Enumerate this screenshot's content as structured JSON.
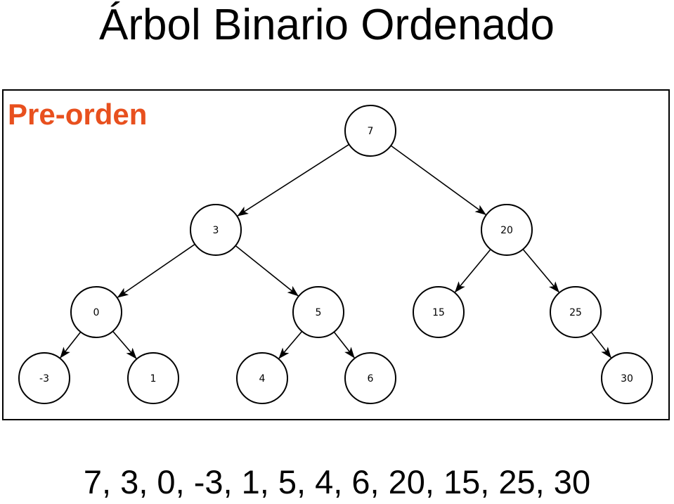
{
  "page": {
    "title": "Árbol Binario Ordenado"
  },
  "diagram": {
    "traversal_label": "Pre-orden",
    "traversal_label_color": "#e8501e",
    "node_border_color": "#000000",
    "edge_color": "#000000",
    "nodes": [
      {
        "id": "n7",
        "label": "7"
      },
      {
        "id": "n3",
        "label": "3"
      },
      {
        "id": "n20",
        "label": "20"
      },
      {
        "id": "n0",
        "label": "0"
      },
      {
        "id": "n5",
        "label": "5"
      },
      {
        "id": "n15",
        "label": "15"
      },
      {
        "id": "n25",
        "label": "25"
      },
      {
        "id": "nm3",
        "label": "-3"
      },
      {
        "id": "n1",
        "label": "1"
      },
      {
        "id": "n4",
        "label": "4"
      },
      {
        "id": "n6",
        "label": "6"
      },
      {
        "id": "n30",
        "label": "30"
      }
    ],
    "edges": [
      {
        "from": "n7",
        "to": "n3"
      },
      {
        "from": "n7",
        "to": "n20"
      },
      {
        "from": "n3",
        "to": "n0"
      },
      {
        "from": "n3",
        "to": "n5"
      },
      {
        "from": "n20",
        "to": "n15"
      },
      {
        "from": "n20",
        "to": "n25"
      },
      {
        "from": "n0",
        "to": "nm3"
      },
      {
        "from": "n0",
        "to": "n1"
      },
      {
        "from": "n5",
        "to": "n4"
      },
      {
        "from": "n5",
        "to": "n6"
      },
      {
        "from": "n25",
        "to": "n30"
      }
    ]
  },
  "traversal": {
    "sequence": "7, 3, 0, -3, 1, 5, 4, 6, 20, 15, 25, 30"
  }
}
